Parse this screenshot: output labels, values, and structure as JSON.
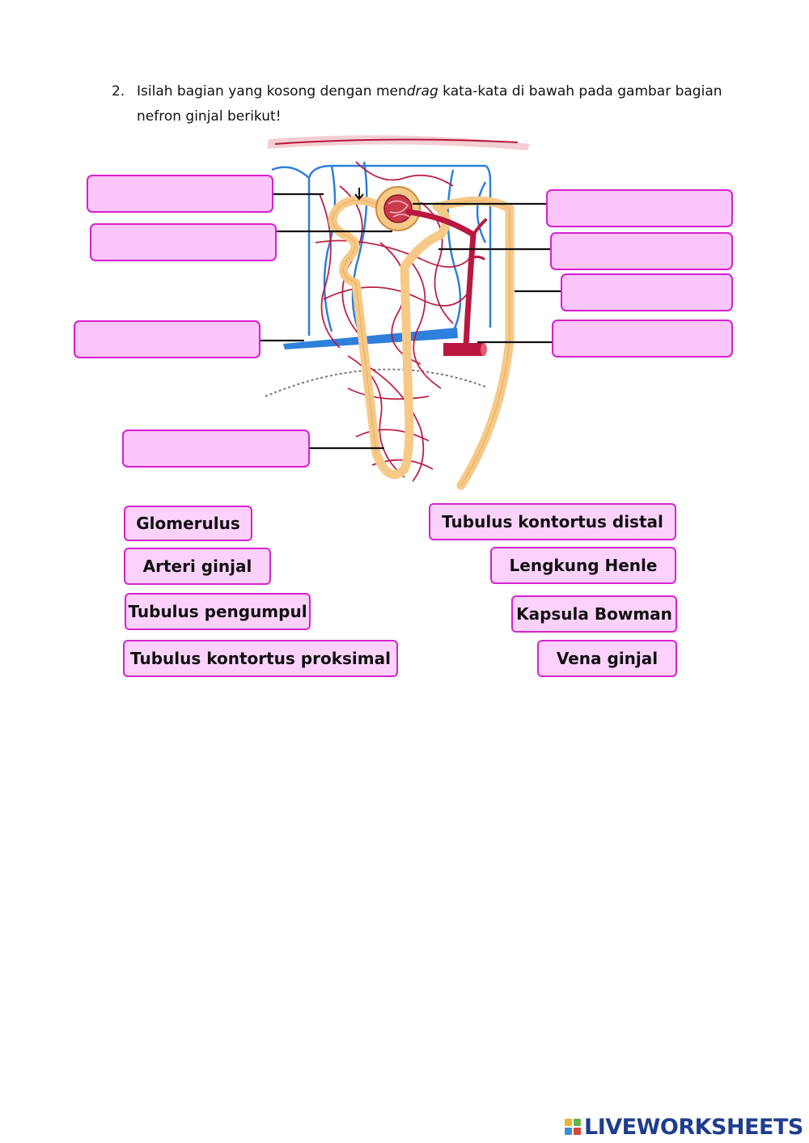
{
  "instruction": {
    "number": "2.",
    "line1_before": "Isilah bagian yang kosong dengan men",
    "line1_italic": "drag",
    "line1_after": " kata-kata di bawah pada gambar bagian",
    "line2": "nefron ginjal berikut!"
  },
  "colors": {
    "box_fill": "#fcc6fb",
    "box_border": "#d61fd0",
    "vein_blue": "#2f7fdc",
    "artery_red": "#b8173f",
    "tubule": "#f7c987",
    "brand_blue": "#1f3d8f"
  },
  "word_bank": [
    {
      "label": "Glomerulus"
    },
    {
      "label": "Arteri ginjal"
    },
    {
      "label": "Tubulus pengumpul"
    },
    {
      "label": "Tubulus kontortus proksimal"
    },
    {
      "label": "Tubulus kontortus distal"
    },
    {
      "label": "Lengkung Henle"
    },
    {
      "label": "Kapsula Bowman"
    },
    {
      "label": "Vena ginjal"
    }
  ],
  "brand": {
    "name": "LIVEWORKSHEETS",
    "icon": "liveworksheets-logo-icon"
  }
}
